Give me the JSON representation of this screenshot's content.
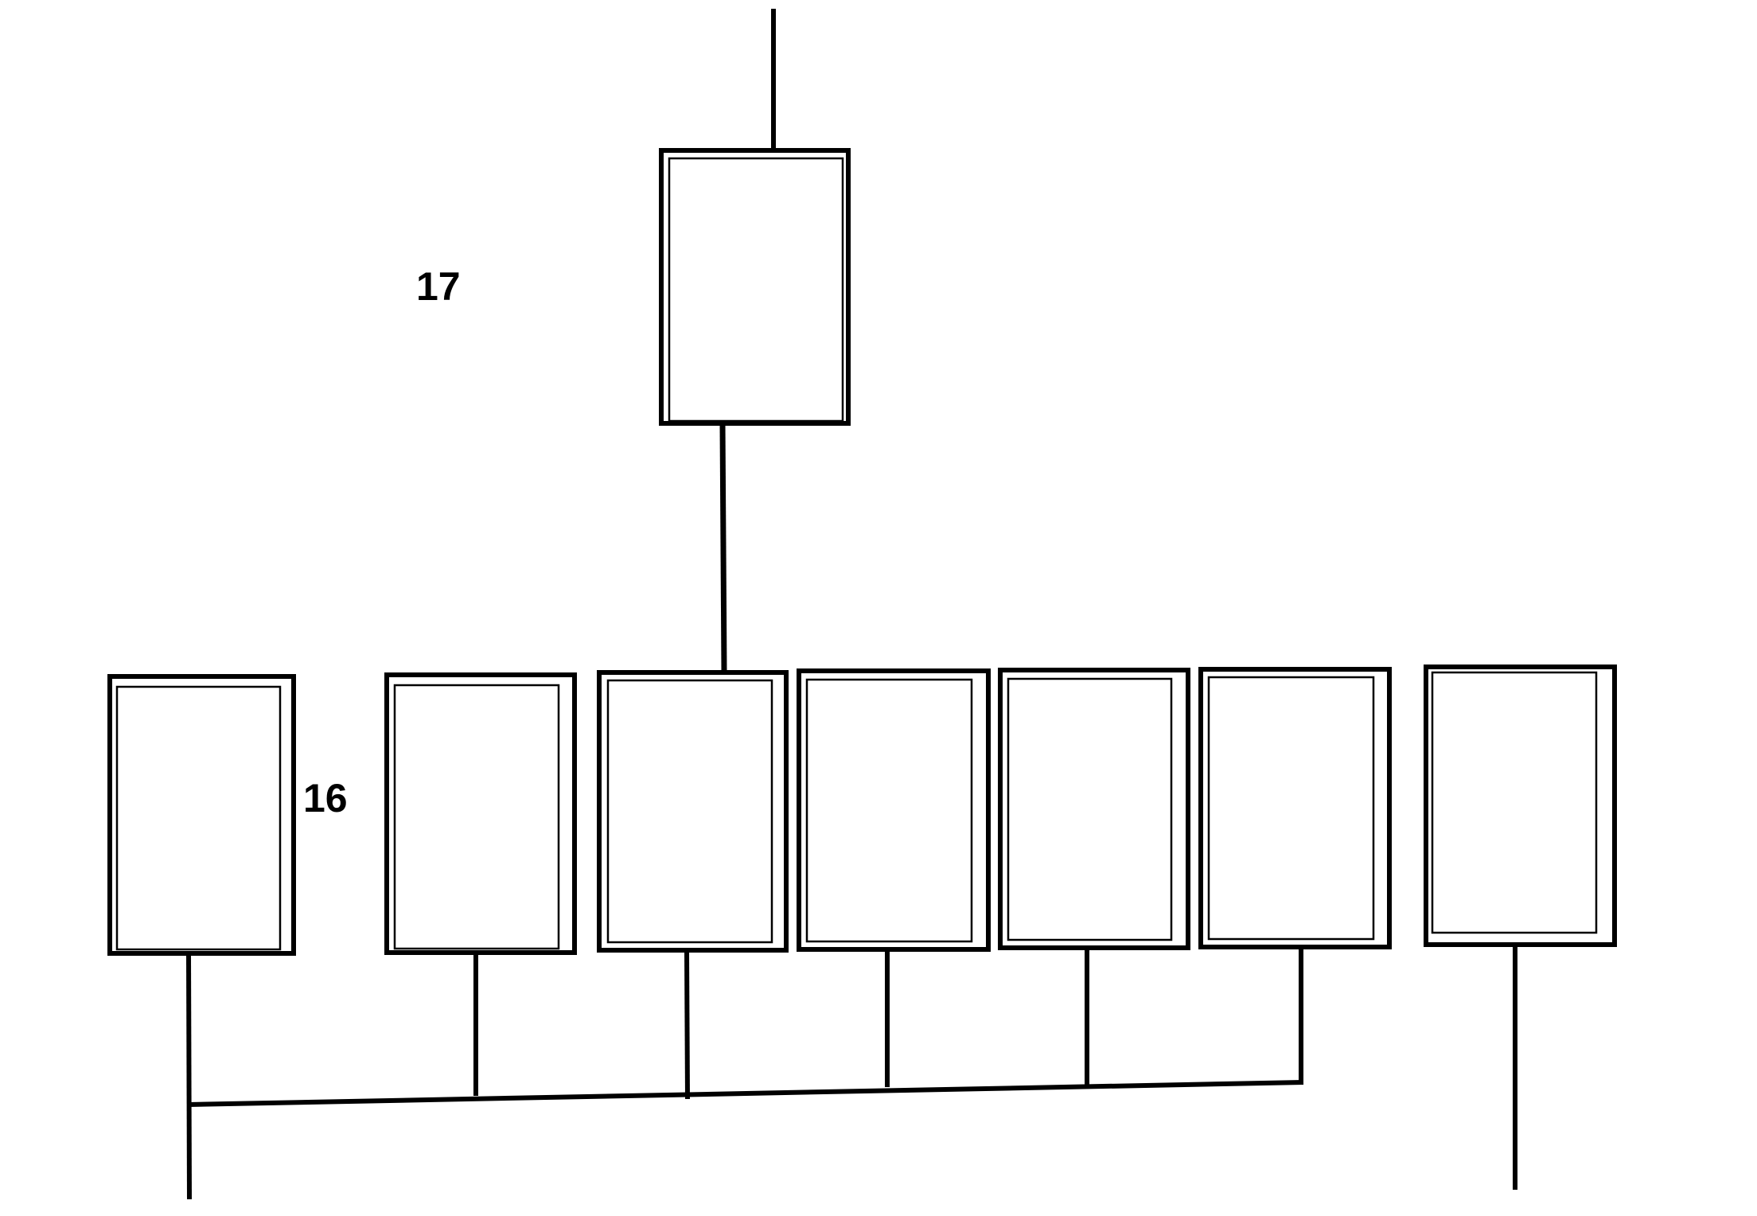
{
  "labels": {
    "top_node": "17",
    "bottom_node": "16"
  },
  "colors": {
    "line": "#000000",
    "background": "#ffffff"
  },
  "nodes": {
    "top_count": 1,
    "bottom_count": 7
  }
}
